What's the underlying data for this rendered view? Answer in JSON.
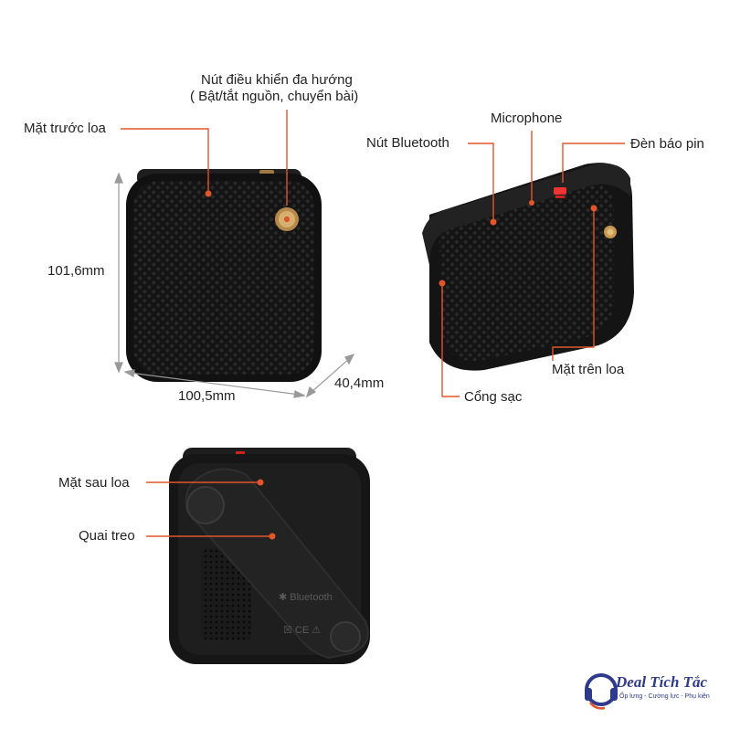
{
  "labels": {
    "front": "Mặt trước loa",
    "control_line1": "Nút điều khiển đa hướng",
    "control_line2": "( Bật/tắt nguồn, chuyển bài)",
    "bluetooth_btn": "Nút Bluetooth",
    "microphone": "Microphone",
    "battery_led": "Đèn báo pin",
    "top": "Mặt trên loa",
    "charge_port": "Cổng sạc",
    "back": "Mặt sau loa",
    "strap": "Quai treo"
  },
  "dimensions": {
    "height": "101,6mm",
    "width": "100,5mm",
    "depth": "40,4mm"
  },
  "brand": {
    "name": "Deal Tích Tắc",
    "tagline": "Ốp lưng - Cường lực - Phụ kiện"
  },
  "colors": {
    "accent": "#e0562a",
    "brand": "#2e3a8c",
    "speaker": "#1a1a1a"
  }
}
